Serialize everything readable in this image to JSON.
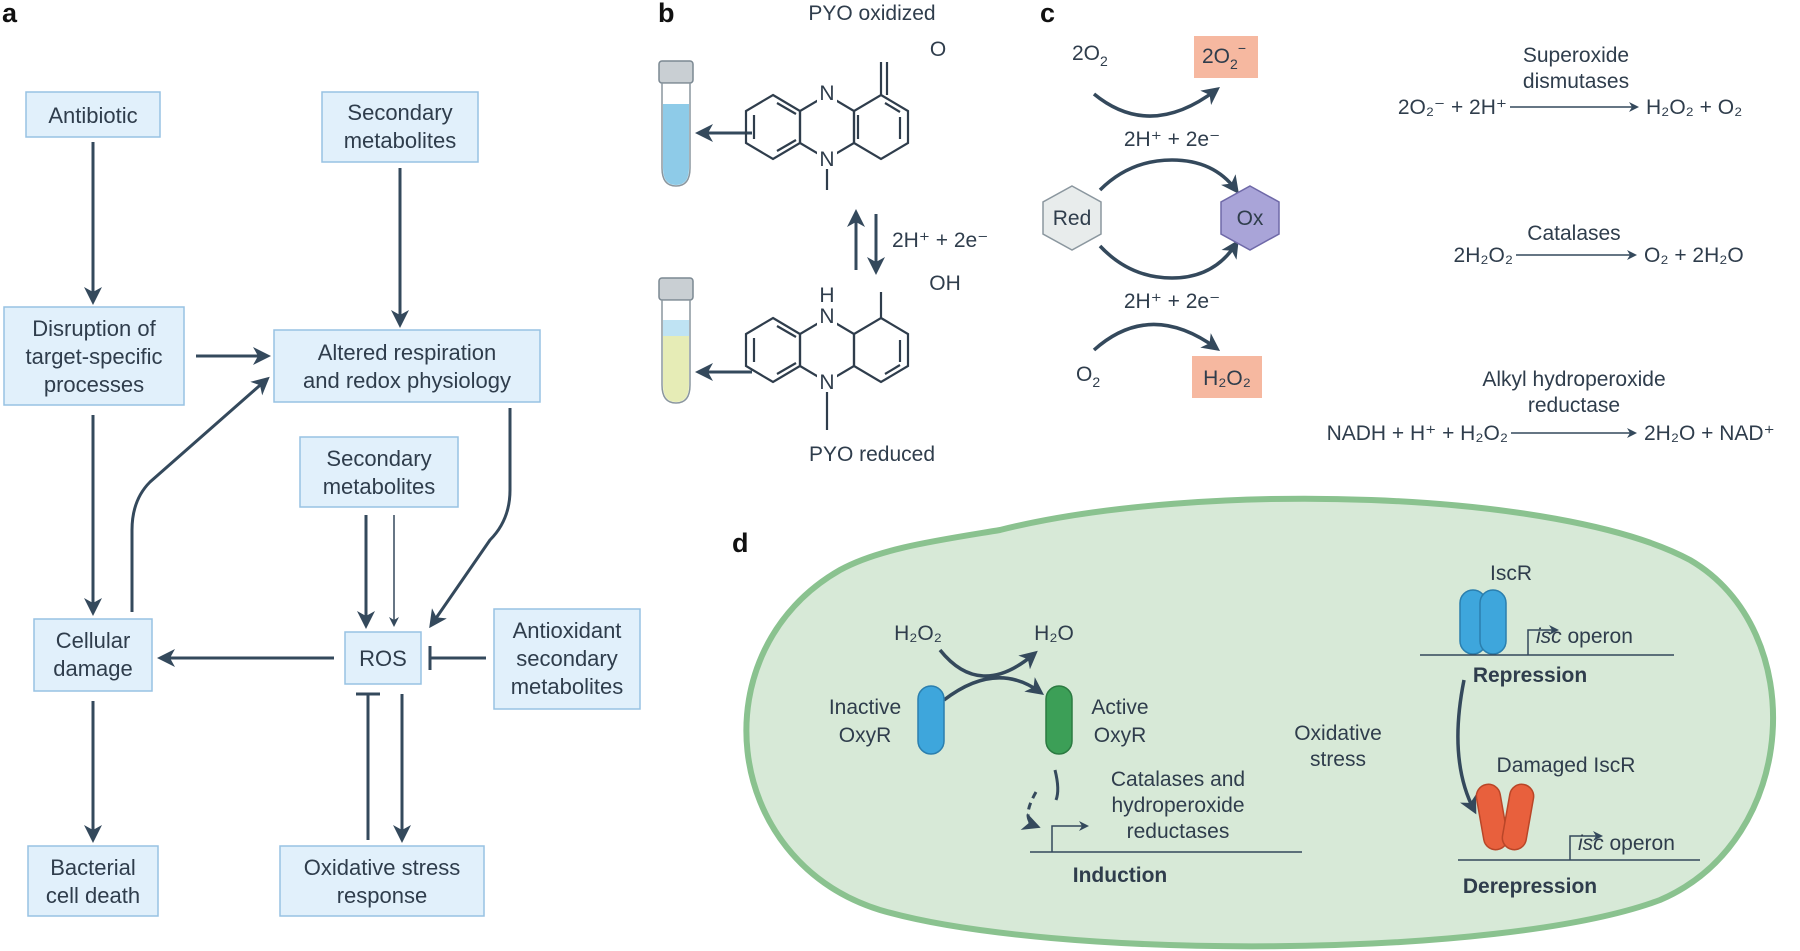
{
  "panels": {
    "a": "a",
    "b": "b",
    "c": "c",
    "d": "d"
  },
  "panel_a": {
    "antibiotic": "Antibiotic",
    "secondary_metabolites_top": [
      "Secondary",
      "metabolites"
    ],
    "disruption": [
      "Disruption of",
      "target-specific",
      "processes"
    ],
    "altered_respiration": [
      "Altered respiration",
      "and redox physiology"
    ],
    "secondary_metabolites_mid": [
      "Secondary",
      "metabolites"
    ],
    "cellular_damage": [
      "Cellular",
      "damage"
    ],
    "ros": "ROS",
    "antioxidant": [
      "Antioxidant",
      "secondary",
      "metabolites"
    ],
    "bacterial_death": [
      "Bacterial",
      "cell death"
    ],
    "oxidative_response": [
      "Oxidative stress",
      "response"
    ]
  },
  "panel_b": {
    "oxidized_label": "PYO oxidized",
    "reduced_label": "PYO reduced",
    "reaction": "2H⁺ + 2e⁻",
    "atom_n": "N",
    "atom_o": "O",
    "atom_h": "H",
    "atom_oh": "OH",
    "colors": {
      "tube_blue": "#8ecbe8",
      "tube_yellow": "#e6ecb6",
      "tube_light_blue": "#bfe3f3"
    }
  },
  "panel_c": {
    "o2_top": "2O",
    "o2_top_sub": "2",
    "superoxide": "2O",
    "superoxide_sub": "2",
    "superoxide_sup": "−",
    "protons_top": "2H⁺ + 2e⁻",
    "red": "Red",
    "ox": "Ox",
    "protons_bottom": "2H⁺ + 2e⁻",
    "o2_bottom": "O",
    "o2_bottom_sub": "2",
    "h2o2": "H₂O₂",
    "sod_label": [
      "Superoxide",
      "dismutases"
    ],
    "sod_reactants": "2O₂⁻ + 2H⁺",
    "sod_products": "H₂O₂ + O₂",
    "catalase_label": "Catalases",
    "catalase_reactants": "2H₂O₂",
    "catalase_products": "O₂ + 2H₂O",
    "ahp_label": [
      "Alkyl hydroperoxide",
      "reductase"
    ],
    "ahp_reactants": "NADH + H⁺ + H₂O₂",
    "ahp_products": "2H₂O + NAD⁺",
    "colors": {
      "highlight": "#f6b8a0",
      "red_hex": "#e8ecec",
      "ox_hex": "#a9a4d8"
    }
  },
  "panel_d": {
    "h2o2": "H₂O₂",
    "h2o": "H₂O",
    "inactive_oxyr": [
      "Inactive",
      "OxyR"
    ],
    "active_oxyr": [
      "Active",
      "OxyR"
    ],
    "genes": [
      "Catalases and",
      "hydroperoxide",
      "reductases"
    ],
    "induction": "Induction",
    "iscr": "IscR",
    "isc_operon_top_italic": "isc",
    "isc_operon_top_rest": " operon",
    "repression": "Repression",
    "oxidative_stress": [
      "Oxidative",
      "stress"
    ],
    "damaged_iscr": "Damaged IscR",
    "isc_operon_bottom_italic": "isc",
    "isc_operon_bottom_rest": " operon",
    "derepression": "Derepression",
    "colors": {
      "cell_fill": "#d7e9d7",
      "cell_stroke": "#8ac28f",
      "blue": "#3ea6dc",
      "green": "#3c9f57",
      "red": "#e8603d"
    }
  }
}
